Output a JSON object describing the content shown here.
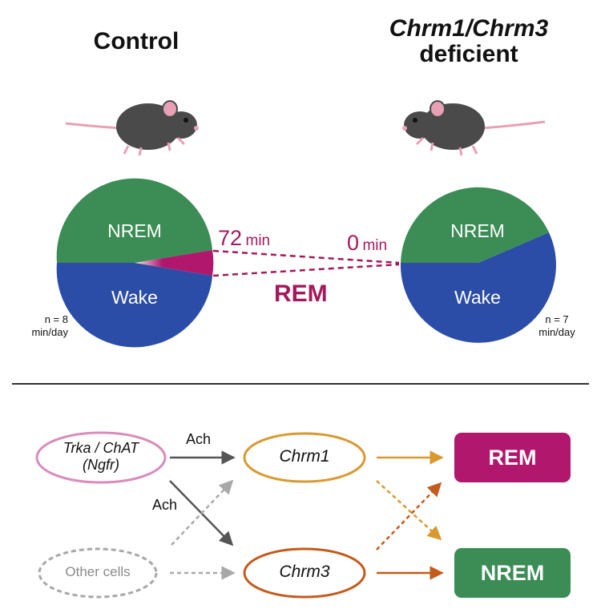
{
  "titles": {
    "control": "Control",
    "deficient_line1": "Chrm1/Chrm3",
    "deficient_line2": "deficient"
  },
  "pie_labels": {
    "nrem": "NREM",
    "wake": "Wake"
  },
  "control_stats": {
    "n": "n = 8",
    "unit": "min/day"
  },
  "deficient_stats": {
    "n": "n = 7",
    "unit": "min/day"
  },
  "rem_minutes": {
    "control_value": "72",
    "control_unit": "min",
    "deficient_value": "0",
    "deficient_unit": "min",
    "label": "REM"
  },
  "chart_data": [
    {
      "type": "pie",
      "title": "Control",
      "slices": [
        {
          "label": "NREM",
          "color": "#3b8c55"
        },
        {
          "label": "REM",
          "value": 72,
          "unit": "min/day",
          "color": "#b0176d"
        },
        {
          "label": "Wake",
          "color": "#2b4da8"
        }
      ],
      "n": 8
    },
    {
      "type": "pie",
      "title": "Chrm1/Chrm3 deficient",
      "slices": [
        {
          "label": "NREM",
          "color": "#3b8c55"
        },
        {
          "label": "REM",
          "value": 0,
          "unit": "min/day",
          "color": "#b0176d"
        },
        {
          "label": "Wake",
          "color": "#2b4da8"
        }
      ],
      "n": 7
    }
  ],
  "diagram": {
    "source_node": {
      "line1": "Trka / ChAT",
      "line2": "(Ngfr)"
    },
    "other_node": "Other cells",
    "chrm1": "Chrm1",
    "chrm3": "Chrm3",
    "ach_top": "Ach",
    "ach_bottom": "Ach",
    "rem_box": "REM",
    "nrem_box": "NREM"
  },
  "colors": {
    "nrem_green": "#3b8c55",
    "wake_blue": "#2b4da8",
    "rem_magenta": "#b0176d",
    "chrm1_orange": "#d9992e",
    "chrm3_orange": "#c45a1c",
    "source_pink": "#d98cbc",
    "mouse_gray": "#4a4a4a",
    "mouse_pink": "#e8a0b4"
  }
}
